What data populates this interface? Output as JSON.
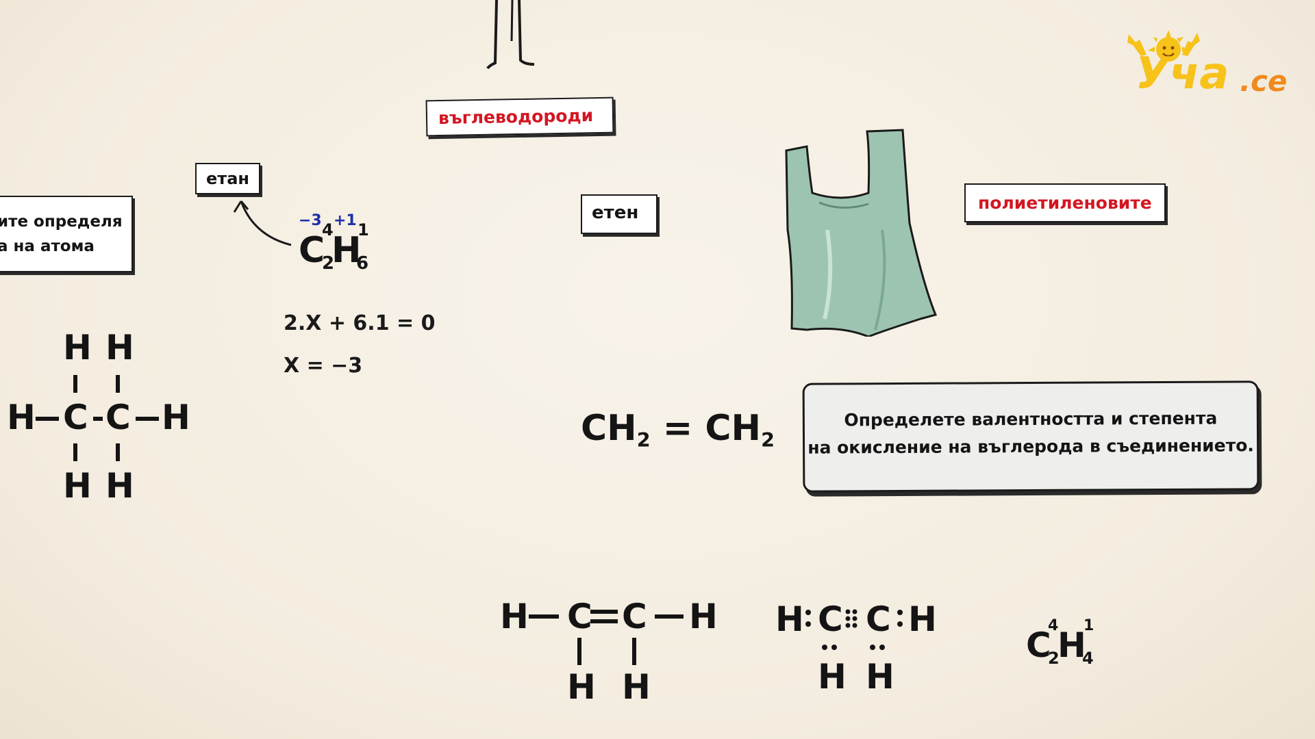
{
  "labels": {
    "hydrocarbons": "въглеводороди",
    "ethane": "етан",
    "ethene": "етен",
    "polyethylene": "полиетиленовите"
  },
  "left_note": {
    "line1": "ите определя",
    "line2": "а на атома"
  },
  "ethane_formula": {
    "c": "C",
    "c_sub": "2",
    "c_val": "4",
    "c_ox": "−3",
    "h": "H",
    "h_sub": "6",
    "h_val": "1",
    "h_ox": "+1"
  },
  "equation1": "2.X + 6.1 = 0",
  "equation2": "X = −3",
  "ethene_formula": {
    "left": "CH",
    "left_sub": "2",
    "eq": "=",
    "right": "CH",
    "right_sub": "2"
  },
  "question": {
    "line1": "Определете валентността и степента",
    "line2": "на окисление на въглерода в съединението."
  },
  "ethene_valence": {
    "c": "C",
    "c_sub": "2",
    "c_val": "4",
    "h": "H",
    "h_sub": "4",
    "h_val": "1"
  },
  "atoms": {
    "carbon": "C",
    "hydrogen": "H"
  },
  "logo": {
    "brand": "Уча",
    "domain": ".ce"
  },
  "colors": {
    "background": "#f5efe3",
    "label_red": "#d31622",
    "ox_blue": "#1f2fa8",
    "bag": "#9dc4b1",
    "logo_yellow": "#f7c21a",
    "logo_orange": "#f08a1c"
  }
}
